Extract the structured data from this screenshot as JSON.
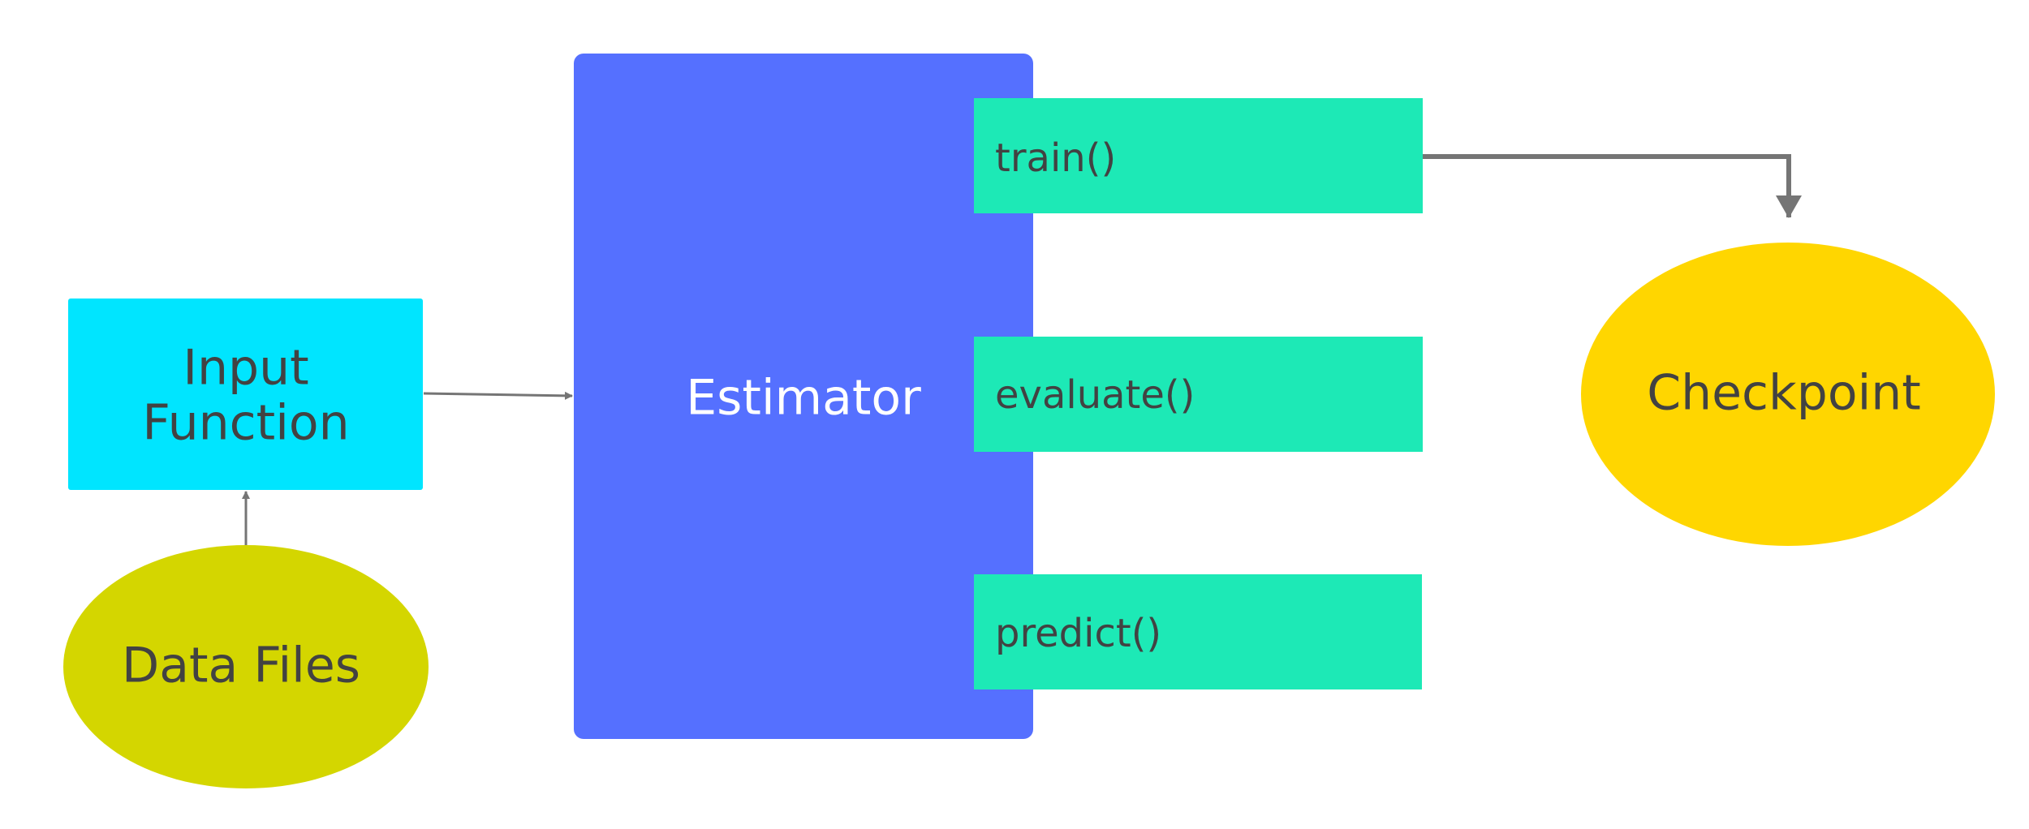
{
  "nodes": {
    "input_function": {
      "line1": "Input",
      "line2": "Function",
      "fill": "#00E5FF"
    },
    "data_files": {
      "label": "Data Files",
      "fill": "#D4D600"
    },
    "estimator": {
      "label": "Estimator",
      "fill": "#5570FF"
    },
    "train": {
      "label": "train()",
      "fill": "#1DE9B6"
    },
    "evaluate": {
      "label": "evaluate()",
      "fill": "#1DE9B6"
    },
    "predict": {
      "label": "predict()",
      "fill": "#1DE9B6"
    },
    "checkpoint": {
      "label": "Checkpoint",
      "fill": "#FFD600"
    }
  },
  "colors": {
    "text_dark": "#424242",
    "text_light": "#FFFFFF",
    "arrow": "#757575"
  }
}
